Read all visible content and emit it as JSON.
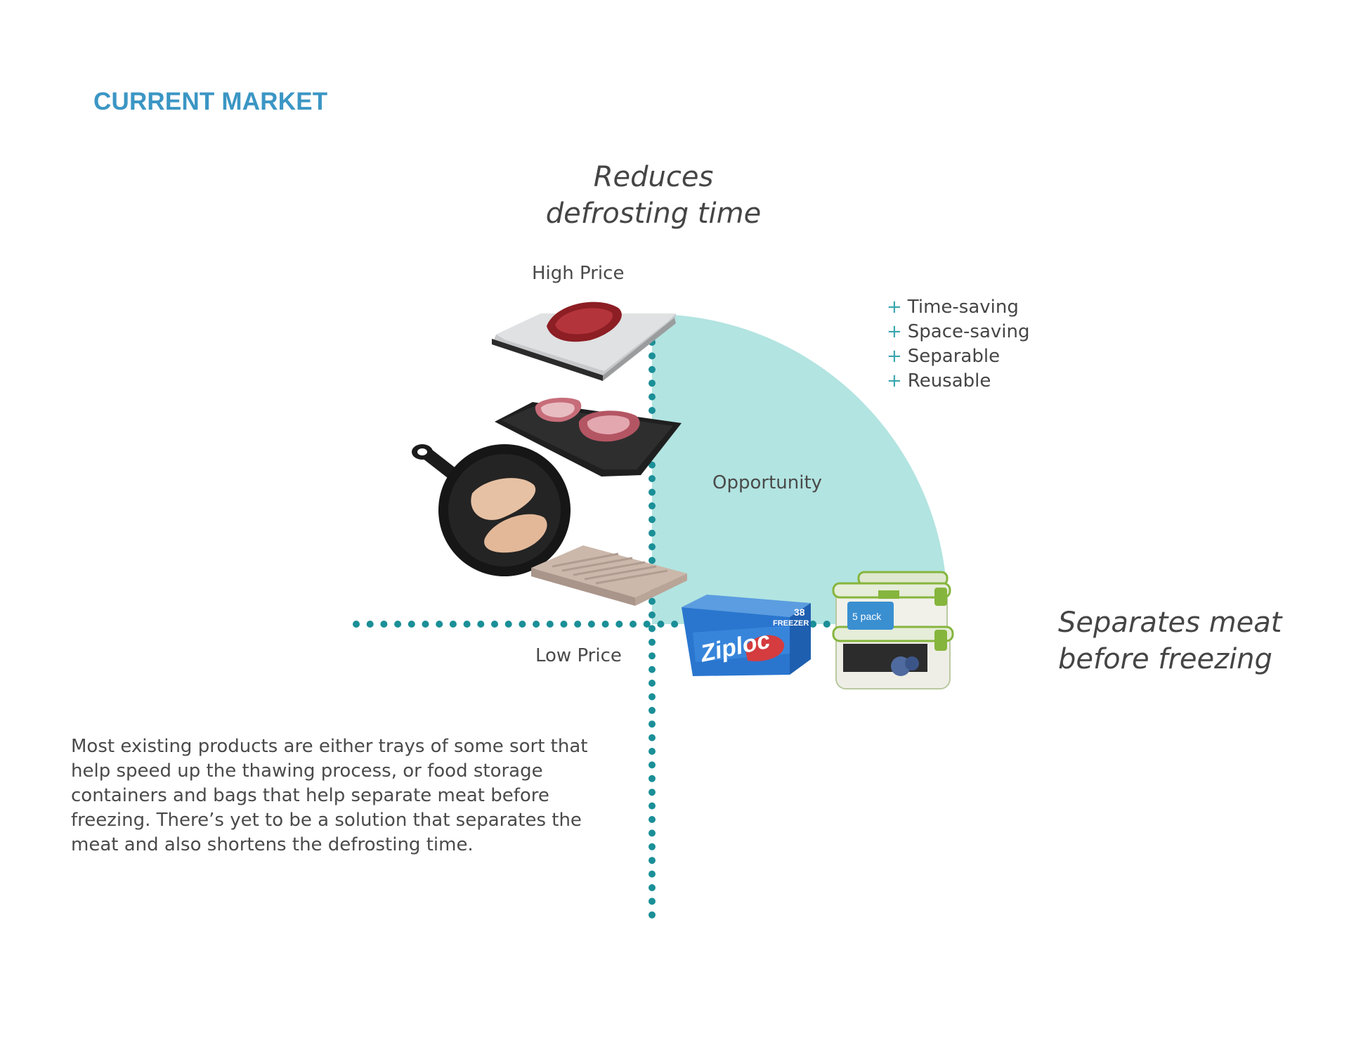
{
  "page": {
    "title": "CURRENT MARKET"
  },
  "chart": {
    "y_axis_title": "Reduces\ndefrosting time",
    "x_axis_title": "Separates meat\nbefore freezing",
    "y_top_label": "High Price",
    "y_bottom_label": "Low Price",
    "opportunity_label": "Opportunity",
    "benefits": [
      {
        "symbol": "+",
        "text": "Time-saving"
      },
      {
        "symbol": "+",
        "text": "Space-saving"
      },
      {
        "symbol": "+",
        "text": "Separable"
      },
      {
        "symbol": "+",
        "text": "Reusable"
      }
    ],
    "products": [
      {
        "name": "Aluminum defrosting tray with steak"
      },
      {
        "name": "Black defrosting plate with steaks"
      },
      {
        "name": "Cast iron skillet with chicken"
      },
      {
        "name": "Ridged thawing tray"
      },
      {
        "name": "Ziploc freezer bags box",
        "brand_text": "Ziploc",
        "box_text": "FREEZER",
        "count_text": "38"
      },
      {
        "name": "Food storage containers",
        "pack_text": "5 pack"
      }
    ],
    "colors": {
      "title": "#3b96c4",
      "axis_dots": "#1b8f97",
      "opportunity_fill": "#b2e4e1",
      "plus_sign": "#3aa6ad"
    }
  },
  "description": "Most existing products are either trays of some sort that help speed up the thawing process, or food storage containers and bags that help separate meat before freezing. There’s yet to be a solution that separates the meat and also shortens the defrosting time."
}
